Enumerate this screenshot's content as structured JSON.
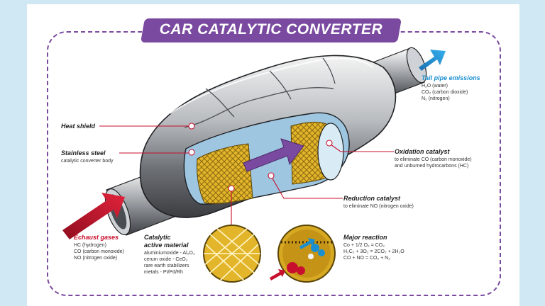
{
  "title": "CAR CATALYTIC CONVERTER",
  "labels": {
    "heat_shield": "Heat shield",
    "stainless_steel": "Stainless steel",
    "stainless_steel_sub": "catalytic converter body",
    "tail_pipe": "Tail pipe emissions",
    "tail_pipe_lines": [
      "H₂O (water)",
      "CO₂ (carbon dioxide)",
      "N₂ (nitrogen)"
    ],
    "oxidation": "Oxidation catalyst",
    "oxidation_lines": [
      "to eliminate CO (carbon monoxide)",
      "and unburned hydrocarbons (HC)"
    ],
    "reduction": "Reduction catalyst",
    "reduction_sub": "to eliminate NO (nitrogen oxide)",
    "exhaust": "Echaust gases",
    "exhaust_lines": [
      "HC (hydrogen)",
      "CO (carbon monoxide)",
      "NO (nitrogen oxide)"
    ],
    "catalytic_1": "Catalytic",
    "catalytic_2": "active material",
    "catalytic_lines": [
      "aluminiumoxide - Al₂O₃",
      "cerum oxide - CeO₂",
      "rare earth stabilizers",
      "metals - Pt/Pd/Rh"
    ],
    "major": "Major reaction",
    "major_lines": [
      "Co + 1/2 O₂ = CO₂",
      "H₂C₂ + 3O₂ = 2CO₂ + 2H₂O",
      "CO + NO = CO₂ + N₂"
    ]
  },
  "colors": {
    "accent_purple": "#7a4aa0",
    "exhaust_red": "#c8102e",
    "tailpipe_blue": "#1a8fd0",
    "honeycomb_yellow": "#e3b52a"
  }
}
